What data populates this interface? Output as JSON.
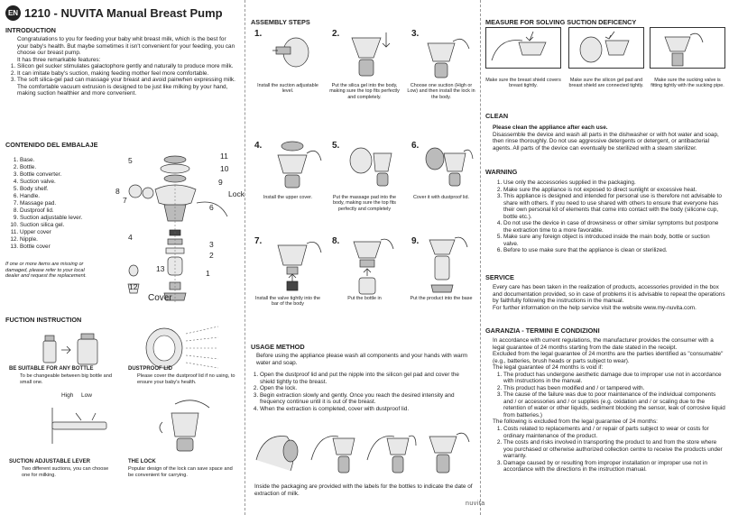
{
  "header": {
    "badge": "EN",
    "title": "1210 - NUVITA Manual Breast Pump"
  },
  "intro": {
    "heading": "INTRODUCTION",
    "p1": "Congratulations to you for feeding your baby whit breast milk, which is the best for your baby's health. But maybe sometimes it isn't convenient for your feeding, you can choose our breast pump.",
    "p2": "It has three remarkable features:",
    "items": [
      "Silicon gel sucker stimulates galactophore gently and naturally to produce more milk.",
      "It can imitate baby's suction, making feeding mother feel more comfortable.",
      "The soft silica-gel pad can massage your breast and avoid painwhen expressing milk. The comfortable vacuum extrusion is designed to be just like milking by your hand, making suction healthier and more convenient."
    ]
  },
  "contents": {
    "heading": "CONTENIDO DEL EMBALAJE",
    "items": [
      "Base.",
      "Bottle.",
      "Bottle converter.",
      "Suction valve.",
      "Body shelf.",
      "Handle.",
      "Massage pad.",
      "Dustproof lid.",
      "Suction adjustable lever.",
      "Suction silica gel.",
      "Upper cover",
      "Nipple.",
      "Bottle cover"
    ],
    "note": "If one or more items are missing or damaged, please refer to your local dealer and request the replacement.",
    "labels": {
      "n1": "1",
      "n2": "2",
      "n3": "3",
      "n4": "4",
      "n5": "5",
      "n6": "6",
      "n7": "7",
      "n8": "8",
      "n9": "9",
      "n10": "10",
      "n11": "11",
      "n12": "12",
      "n13": "13",
      "lock": "Lock",
      "cover": "Cover"
    }
  },
  "fuction": {
    "heading": "FUCTION INSTRUCTION",
    "f1_title": "BE SUITABLE FOR ANY BOTTLE",
    "f1_text": "To be changeable between big bottle and small one.",
    "f2_title": "DUSTPROOF LID",
    "f2_text": "Please cover the dustproof lid if no using, to ensure your baby's health.",
    "f3_title": "SUCTION ADJUSTABLE LEVER",
    "f3_text": "Two different suctions, you can choose one for milking.",
    "f4_title": "THE LOCK",
    "f4_text": "Popular design of the lock can save space and be convenient for carrying.",
    "high": "High",
    "low": "Low"
  },
  "assembly": {
    "heading": "ASSEMBLY STEPS",
    "steps": [
      {
        "n": "1.",
        "text": "Install the suction adjustable level."
      },
      {
        "n": "2.",
        "text": "Put the silica gel into the body, making sure the top fits perfectly and completely."
      },
      {
        "n": "3.",
        "text": "Choose one suction (High or Low) and then install the lock in the body."
      },
      {
        "n": "4.",
        "text": "Install the upper cover."
      },
      {
        "n": "5.",
        "text": "Put the massage pad into the body, making sure the top fits perfectly and completely"
      },
      {
        "n": "6.",
        "text": "Cover it with dustproof lid."
      },
      {
        "n": "7.",
        "text": "Install the valve tightly into the bar of the body"
      },
      {
        "n": "8.",
        "text": "Put the bottle in"
      },
      {
        "n": "9.",
        "text": "Put the product into the base"
      }
    ]
  },
  "usage": {
    "heading": "USAGE METHOD",
    "p1": "Before using the appliance please wash all components and your hands with warm water and soap.",
    "items": [
      "Open the dustproof lid and put the nipple into the silicon gel pad and cover the shield tightly to the breast.",
      "Open the lock.",
      "Begin extraction slowly and gently. Once you reach the desired intensity and frequency continue until it is out of the breast.",
      "When the extraction is completed, cover with dustproof lid."
    ],
    "footer": "Inside the packaging are provided with the labels for the bottles to indicate the date of extraction of milk."
  },
  "brand": "nuvita",
  "measure": {
    "heading": "MEASURE FOR SOLVING SUCTION DEFICENCY",
    "caps": [
      "Make sure the breast shield covers breast tightly.",
      "Make sure the silicon gel pad and breast shield are connected tightly.",
      "Make sure the sucking valve is fitting tightly with the sucking pipe."
    ]
  },
  "clean": {
    "heading": "CLEAN",
    "lead": "Please clean the appliance after each use.",
    "text": "Disassemble the device and wash all parts in the dishwasher or with hot water and soap, then rinse thoroughly. Do not use aggressive detergents or detergent, or antibacterial agents. All parts of the device can eventually be sterilized with a steam sterilizer."
  },
  "warning": {
    "heading": "WARNING",
    "items": [
      "Use only the accessories supplied in the packaging.",
      "Make sure the appliance is not exposed to direct sunlight or excessive heat.",
      "This appliance is designed and intended for personal use is therefore not advisable to share with others. If you need to use shared with others to ensure that everyone has their own personal kit of elements that come into contact with the body (silicone cup, bottle etc.).",
      "Do not use the device in case of drowsiness or other similar symptoms but postpone the extraction time to a more favorable.",
      "Make sure any foreign object is introduced inside the main body, bottle or suction valve.",
      "Before to use make sure that the appliance is clean or sterilized."
    ]
  },
  "service": {
    "heading": "SERVICE",
    "p1": "Every care has been taken in the realization of products, accessories provided in the box and documentation provided, so in case of problems it is advisable to repeat the operations by faithfully following the instructions in the manual.",
    "p2": "For further information on the help service visit the website www.my-nuvita.com."
  },
  "garanzia": {
    "heading": "GARANZIA - TERMINI E CONDIZIONI",
    "p1": "In accordance with current regulations, the manufacturer provides the consumer with a legal guarantee of 24 months starting from the date stated in the receipt.",
    "p2": "Excluded from the legal guarantee of 24 months are the parties identified as \"consumable\" (e.g., batteries, brush heads or parts subject to wear).",
    "p3": "The legal guarantee of 24 months is void if:",
    "void": [
      "The product has undergone aesthetic damage due to improper use not in accordance with instructions in the manual.",
      "This product has been modified and / or tampered with.",
      "The cause of the failure was due to poor maintenance of the individual components and / or accessories and / or supplies (e.g. oxidation and / or scaling due to the retention of water or other liquids, sediment blocking the sensor, leak of corrosive liquid from batteries.)"
    ],
    "p4": "The following is excluded from the legal guarantee of 24 months:",
    "excluded": [
      "Costs related to replacements and / or repair of parts subject to wear or costs for ordinary maintenance of the product.",
      "The costs and risks involved in transporting the product to and from the store where you purchased or otherwise authorized collection centre to receive the products under warranty.",
      "Damage caused by or resulting from improper installation or improper use not in accordance with the directions in the instruction manual."
    ]
  }
}
